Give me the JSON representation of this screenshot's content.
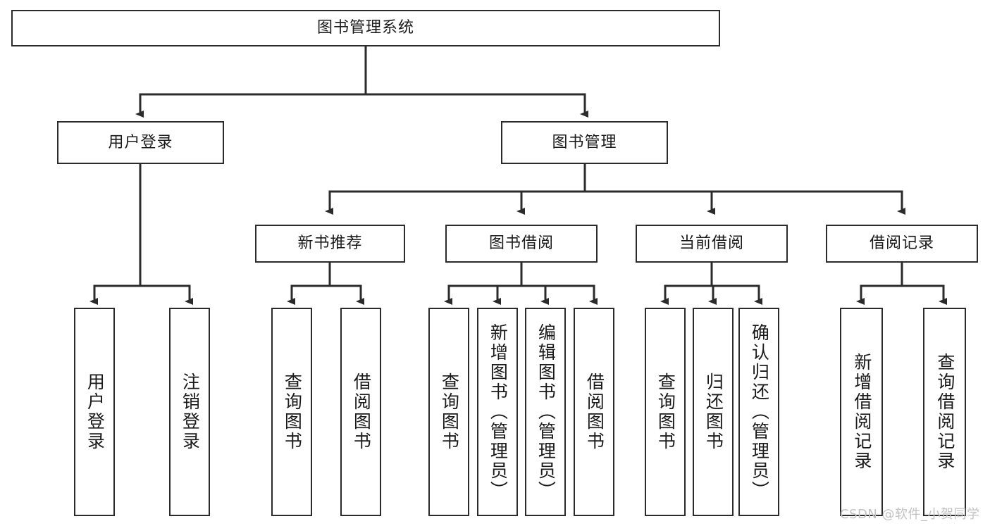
{
  "diagram": {
    "title": "图书管理系统",
    "type": "tree-hierarchy-diagram",
    "nodes": {
      "root": {
        "label": "图书管理系统"
      },
      "level2": [
        {
          "id": "user-login",
          "label": "用户登录"
        },
        {
          "id": "book-management",
          "label": "图书管理"
        }
      ],
      "level3": [
        {
          "id": "new-book-recommend",
          "label": "新书推荐"
        },
        {
          "id": "book-borrow",
          "label": "图书借阅"
        },
        {
          "id": "current-borrow",
          "label": "当前借阅"
        },
        {
          "id": "borrow-record",
          "label": "借阅记录"
        }
      ],
      "leaves": {
        "user_login": [
          {
            "id": "leaf-user-login",
            "label": "用户登录"
          },
          {
            "id": "leaf-logout-login",
            "label": "注销登录"
          }
        ],
        "new_book_recommend": [
          {
            "id": "leaf-query-book-1",
            "label": "查询图书"
          },
          {
            "id": "leaf-borrow-book-1",
            "label": "借阅图书"
          }
        ],
        "book_borrow": [
          {
            "id": "leaf-query-book-2",
            "label": "查询图书"
          },
          {
            "id": "leaf-add-book",
            "label": "新增图书（管理员）"
          },
          {
            "id": "leaf-edit-book",
            "label": "编辑图书（管理员）"
          },
          {
            "id": "leaf-borrow-book-2",
            "label": "借阅图书"
          }
        ],
        "current_borrow": [
          {
            "id": "leaf-query-book-3",
            "label": "查询图书"
          },
          {
            "id": "leaf-return-book",
            "label": "归还图书"
          },
          {
            "id": "leaf-confirm-return",
            "label": "确认归还（管理员）"
          }
        ],
        "borrow_record": [
          {
            "id": "leaf-add-record",
            "label": "新增借阅记录"
          },
          {
            "id": "leaf-query-record",
            "label": "查询借阅记录"
          }
        ]
      }
    },
    "colors": {
      "node_border": "#2b2b2b",
      "node_fill": "#ffffff",
      "edge": "#2b2b2b",
      "text": "#1a1a1a",
      "watermark": "#c2c2c2",
      "background": "#ffffff"
    }
  },
  "watermark": {
    "text": "CSDN @软件_小贺同学"
  }
}
